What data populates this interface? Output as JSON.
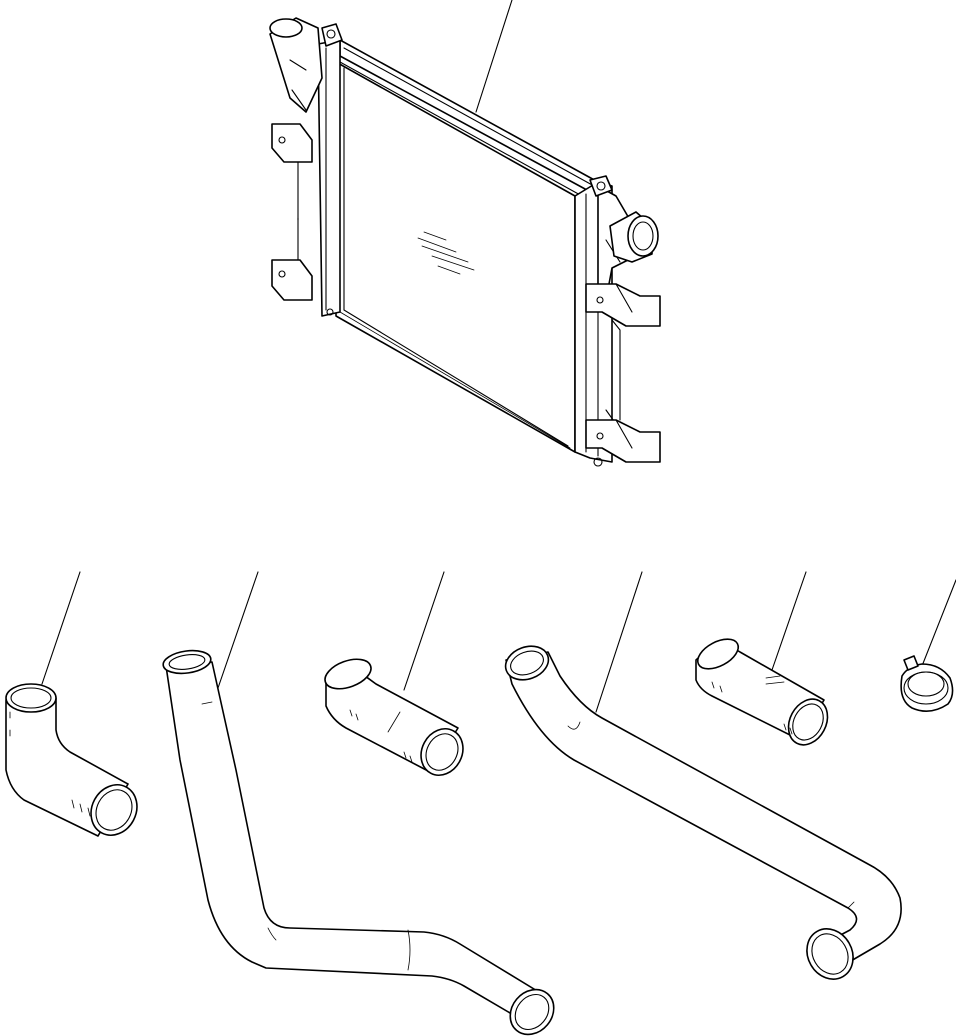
{
  "parts": [
    {
      "id": "intercooler"
    },
    {
      "id": "elbow-hose"
    },
    {
      "id": "long-tube-left"
    },
    {
      "id": "straight-hose-middle"
    },
    {
      "id": "long-tube-right"
    },
    {
      "id": "straight-hose-right"
    },
    {
      "id": "hose-clamp"
    }
  ]
}
